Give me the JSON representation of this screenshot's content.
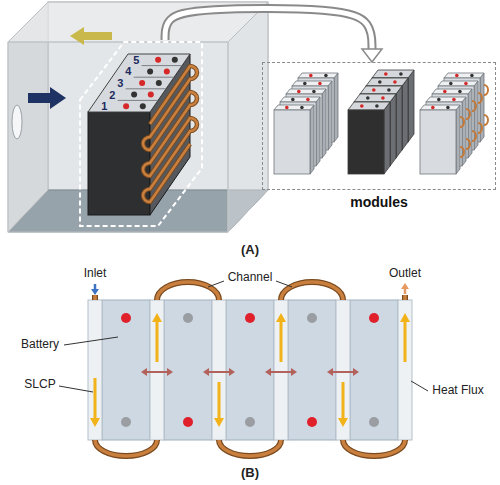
{
  "diagram": {
    "nodes": [
      {
        "text": [
          "1",
          "2",
          "3",
          "4",
          "5"
        ]
      },
      {
        "text": [
          "modules"
        ]
      }
    ],
    "edges": [
      {
        "from": 0,
        "to": 1,
        "arrow": "to"
      }
    ],
    "labels": [
      "(A)",
      "Inlet",
      "Channel",
      "Outlet",
      "Battery",
      "SLCP",
      "Heat Flux",
      "(B)"
    ]
  }
}
